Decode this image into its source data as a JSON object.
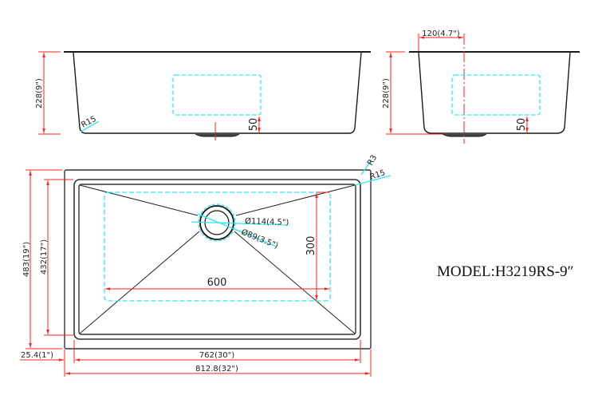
{
  "colors": {
    "outline": "#1a1a1a",
    "dimension": "#ff2020",
    "hidden": "#33e6f0"
  },
  "model": {
    "label": "MODEL:H3219RS-9″"
  },
  "front_view": {
    "height_label": "228(9\")",
    "radius_label": "R15",
    "drain_offset_label": "50"
  },
  "side_view": {
    "drain_offset_top_label": "120(4.7\")",
    "height_label": "228(9\")",
    "drain_offset_label": "50"
  },
  "top_view": {
    "outer_height_label": "483(19\")",
    "inner_height_label": "432(17\")",
    "flange_label": "25.4(1\")",
    "inner_width_label": "762(30\")",
    "outer_width_label": "812.8(32\")",
    "corner_radius_outer_label": "R3",
    "corner_radius_inner_label": "R15",
    "drain_outer_label": "Ø114(4.5\")",
    "drain_inner_label": "Ø89(3.5\")",
    "grid_width_label": "600",
    "grid_height_label": "300"
  }
}
